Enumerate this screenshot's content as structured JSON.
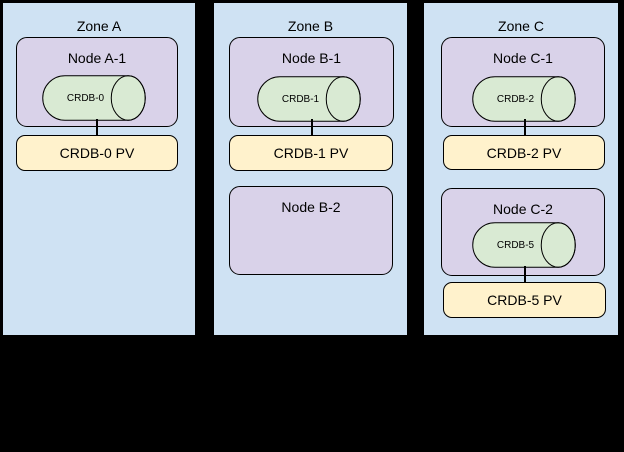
{
  "zones": [
    {
      "label": "Zone A",
      "nodes": [
        {
          "label": "Node A-1",
          "pod": "CRDB-0",
          "pv": "CRDB-0 PV"
        }
      ]
    },
    {
      "label": "Zone B",
      "nodes": [
        {
          "label": "Node B-1",
          "pod": "CRDB-1",
          "pv": "CRDB-1 PV"
        },
        {
          "label": "Node B-2"
        }
      ]
    },
    {
      "label": "Zone C",
      "nodes": [
        {
          "label": "Node C-1",
          "pod": "CRDB-2",
          "pv": "CRDB-2 PV"
        },
        {
          "label": "Node C-2",
          "pod": "CRDB-5",
          "pv": "CRDB-5 PV"
        }
      ]
    }
  ],
  "colors": {
    "background": "#000000",
    "zone_fill": "#cfe2f3",
    "node_fill": "#d9d2e9",
    "pod_fill": "#d9ead3",
    "pv_fill": "#fff2cc",
    "border": "#000000"
  }
}
